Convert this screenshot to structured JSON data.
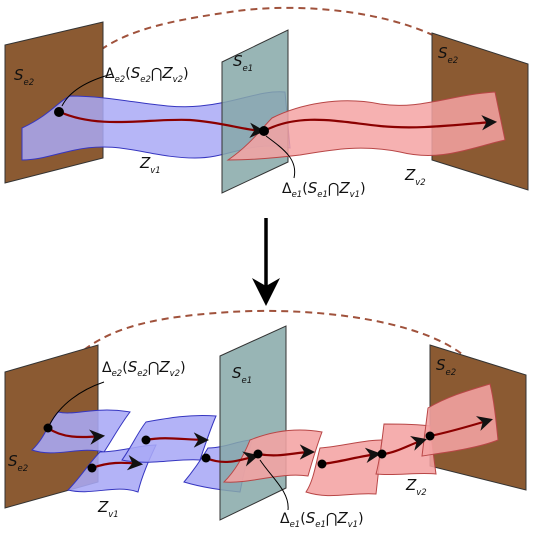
{
  "colors": {
    "plane_brown": "#8b5a32",
    "plane_gray": "#86a8a8",
    "blue_fill": "#a9a9f6",
    "blue_stroke": "#3535c0",
    "pink_fill": "#f4a3a3",
    "pink_stroke": "#b84646",
    "path_red": "#8b0000",
    "dashed_arc": "#a0523c"
  },
  "top": {
    "s_e2_left": {
      "base": "S",
      "sub": "e2"
    },
    "s_e1": {
      "base": "S",
      "sub": "e1"
    },
    "s_e2_right": {
      "base": "S",
      "sub": "e2"
    },
    "z_v1": {
      "base": "Z",
      "sub": "v1"
    },
    "z_v2": {
      "base": "Z",
      "sub": "v2"
    },
    "delta_e2": {
      "delta": "Δ",
      "delta_sub": "e2",
      "open": "(",
      "s": "S",
      "s_sub": "e2",
      "cap": "⋂",
      "z": "Z",
      "z_sub": "v2",
      "close": ")"
    },
    "delta_e1": {
      "delta": "Δ",
      "delta_sub": "e1",
      "open": "(",
      "s": "S",
      "s_sub": "e1",
      "cap": "⋂",
      "z": "Z",
      "z_sub": "v1",
      "close": ")"
    }
  },
  "arrow": {
    "name": "down-arrow"
  },
  "bottom": {
    "s_e2_left": {
      "base": "S",
      "sub": "e2"
    },
    "s_e1": {
      "base": "S",
      "sub": "e1"
    },
    "s_e2_right": {
      "base": "S",
      "sub": "e2"
    },
    "z_v1": {
      "base": "Z",
      "sub": "v1"
    },
    "z_v2": {
      "base": "Z",
      "sub": "v2"
    },
    "delta_e2": {
      "delta": "Δ",
      "delta_sub": "e2",
      "open": "(",
      "s": "S",
      "s_sub": "e2",
      "cap": "⋂",
      "z": "Z",
      "z_sub": "v2",
      "close": ")"
    },
    "delta_e1": {
      "delta": "Δ",
      "delta_sub": "e1",
      "open": "(",
      "s": "S",
      "s_sub": "e1",
      "cap": "⋂",
      "z": "Z",
      "z_sub": "v1",
      "close": ")"
    }
  }
}
